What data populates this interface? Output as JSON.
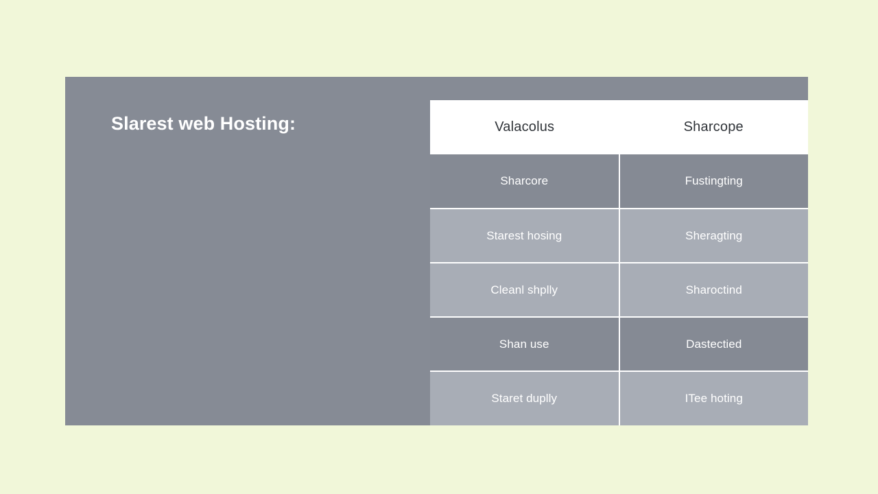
{
  "slide": {
    "title": "Slarest web Hosting:",
    "background_color": "#f1f7d9",
    "panel_color": "#868b95"
  },
  "table": {
    "header_background": "#ffffff",
    "row_dark_color": "#858a94",
    "row_light_color": "#a8adb6",
    "columns": [
      {
        "label": "Valacolus"
      },
      {
        "label": "Sharcope"
      }
    ],
    "rows": [
      {
        "shade": "dark",
        "cells": [
          "Sharcore",
          "Fustingting"
        ]
      },
      {
        "shade": "light",
        "cells": [
          "Starest hosing",
          "Sheragting"
        ]
      },
      {
        "shade": "light",
        "cells": [
          "Cleanl shplly",
          "Sharoctind"
        ]
      },
      {
        "shade": "dark",
        "cells": [
          "Shan use",
          "Dastectied"
        ]
      },
      {
        "shade": "light",
        "cells": [
          "Staret duplly",
          "ITee hoting"
        ]
      }
    ]
  }
}
